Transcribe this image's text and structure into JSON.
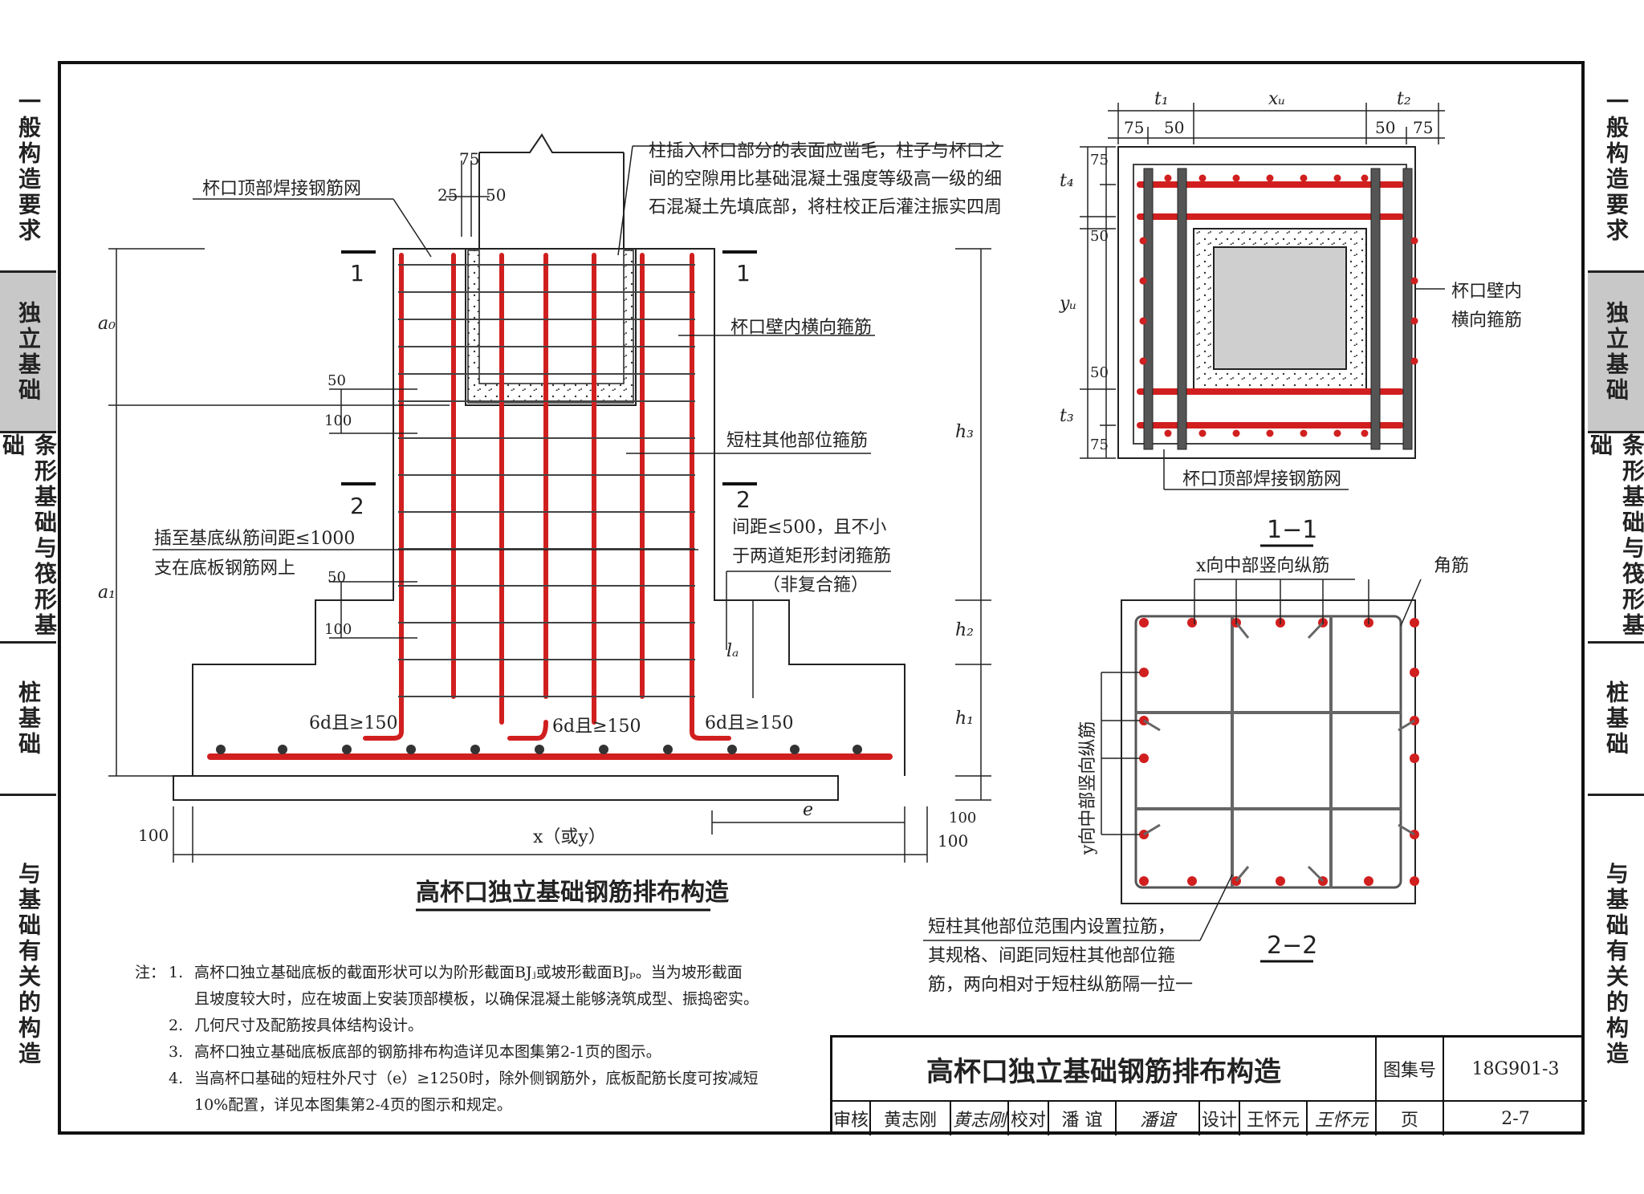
{
  "sidebar_left": [
    {
      "label": "一般构造要求",
      "active": false
    },
    {
      "label": "独立基础",
      "active": true
    },
    {
      "label": "条形基础与筏形基础",
      "active": false
    },
    {
      "label": "桩基础",
      "active": false
    },
    {
      "label": "与基础有关的构造",
      "active": false
    }
  ],
  "sidebar_right": [
    {
      "label": "一般构造要求",
      "active": false
    },
    {
      "label": "独立基础",
      "active": true
    },
    {
      "label": "条形基础与筏形基础",
      "active": false
    },
    {
      "label": "桩基础",
      "active": false
    },
    {
      "label": "与基础有关的构造",
      "active": false
    }
  ],
  "main": {
    "cup_top_mesh": "杯口顶部焊接钢筋网",
    "column_note_1": "柱插入杯口部分的表面应凿毛，柱子与杯口之",
    "column_note_2": "间的空隙用比基础混凝土强度等级高一级的细",
    "column_note_3": "石混凝土先填底部，将柱校正后灌注振实四周",
    "cup_wall_stirrup": "杯口壁内横向箍筋",
    "short_col_stirrup": "短柱其他部位箍筋",
    "spacing_note_1": "间距≤500，且不小",
    "spacing_note_2": "于两道矩形封闭箍筋",
    "spacing_note_3": "（非复合箍）",
    "insert_note_1": "插至基底纵筋间距≤1000",
    "insert_note_2": "支在底板钢筋网上",
    "hook": "6d且≥150",
    "dim_75": "75",
    "dim_25": "25",
    "dim_50": "50",
    "dim_100": "100",
    "a0": "a₀",
    "a1": "a₁",
    "h1": "h₁",
    "h2": "h₂",
    "h3": "h₃",
    "la": "lₐ",
    "e": "e",
    "xy": "x（或y）",
    "sec1": "1",
    "sec2": "2",
    "title": "高杯口独立基础钢筋排布构造"
  },
  "section_1_1": {
    "t1": "t₁",
    "t2": "t₂",
    "t3": "t₃",
    "t4": "t₄",
    "xu": "xᵤ",
    "yu": "yᵤ",
    "d75": "75",
    "d50": "50",
    "cup_wall_label_1": "杯口壁内",
    "cup_wall_label_2": "横向箍筋",
    "mesh_label": "杯口顶部焊接钢筋网",
    "caption": "1−1"
  },
  "section_2_2": {
    "x_middle_bars": "x向中部竖向纵筋",
    "corner_bar": "角筋",
    "y_middle_bars": "y向中部竖向纵筋",
    "tie_note_1": "短柱其他部位范围内设置拉筋，",
    "tie_note_2": "其规格、间距同短柱其他部位箍",
    "tie_note_3": "筋，两向相对于短柱纵筋隔一拉一",
    "caption": "2−2"
  },
  "notes": {
    "label": "注：",
    "items": [
      {
        "num": "1.",
        "text": "高杯口独立基础底板的截面形状可以为阶形截面BJⱼ或坡形截面BJₚ。当为坡形截面"
      },
      {
        "num": "",
        "text": "且坡度较大时，应在坡面上安装顶部模板，以确保混凝土能够浇筑成型、振捣密实。"
      },
      {
        "num": "2.",
        "text": "几何尺寸及配筋按具体结构设计。"
      },
      {
        "num": "3.",
        "text": "高杯口独立基础底板底部的钢筋排布构造详见本图集第2-1页的图示。"
      },
      {
        "num": "4.",
        "text": "当高杯口基础的短柱外尺寸（e）≥1250时，除外侧钢筋外，底板配筋长度可按减短"
      },
      {
        "num": "",
        "text": "10%配置，详见本图集第2-4页的图示和规定。"
      }
    ]
  },
  "title_block": {
    "title": "高杯口独立基础钢筋排布构造",
    "atlas_label": "图集号",
    "atlas_no": "18G901-3",
    "page_label": "页",
    "page_no": "2-7",
    "review_label": "审核",
    "review_name": "黄志刚",
    "check_label": "校对",
    "check_name": "潘 谊",
    "design_label": "设计",
    "design_name": "王怀元",
    "review_sig": "黄志刚",
    "check_sig": "潘谊",
    "design_sig": "王怀元"
  },
  "colors": {
    "rebar": "#d11f1f",
    "bar_dark": "#555555",
    "line": "#222222",
    "fill": "#cfcfcf"
  }
}
